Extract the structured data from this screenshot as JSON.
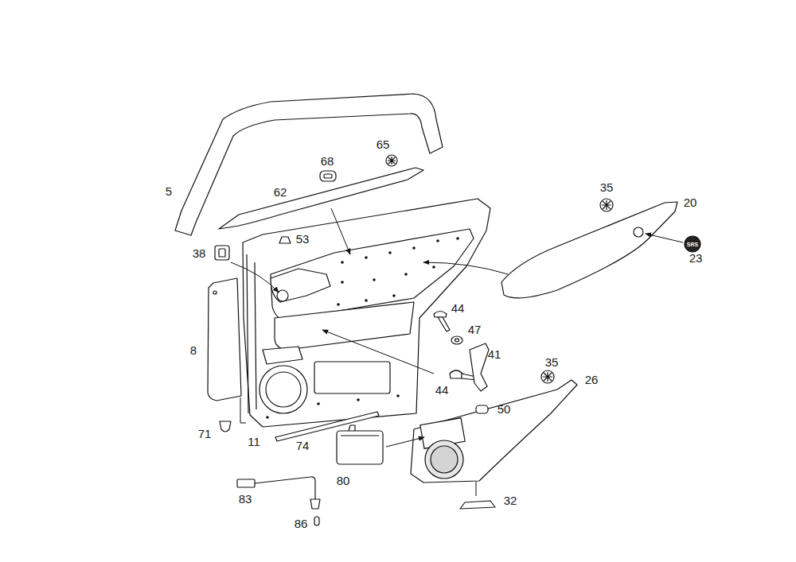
{
  "diagram": {
    "labels": [
      "5",
      "68",
      "65",
      "62",
      "35",
      "20",
      "53",
      "38",
      "23",
      "44",
      "47",
      "8",
      "41",
      "44",
      "35",
      "26",
      "50",
      "71",
      "11",
      "74",
      "80",
      "32",
      "83",
      "86",
      "SRS"
    ]
  }
}
